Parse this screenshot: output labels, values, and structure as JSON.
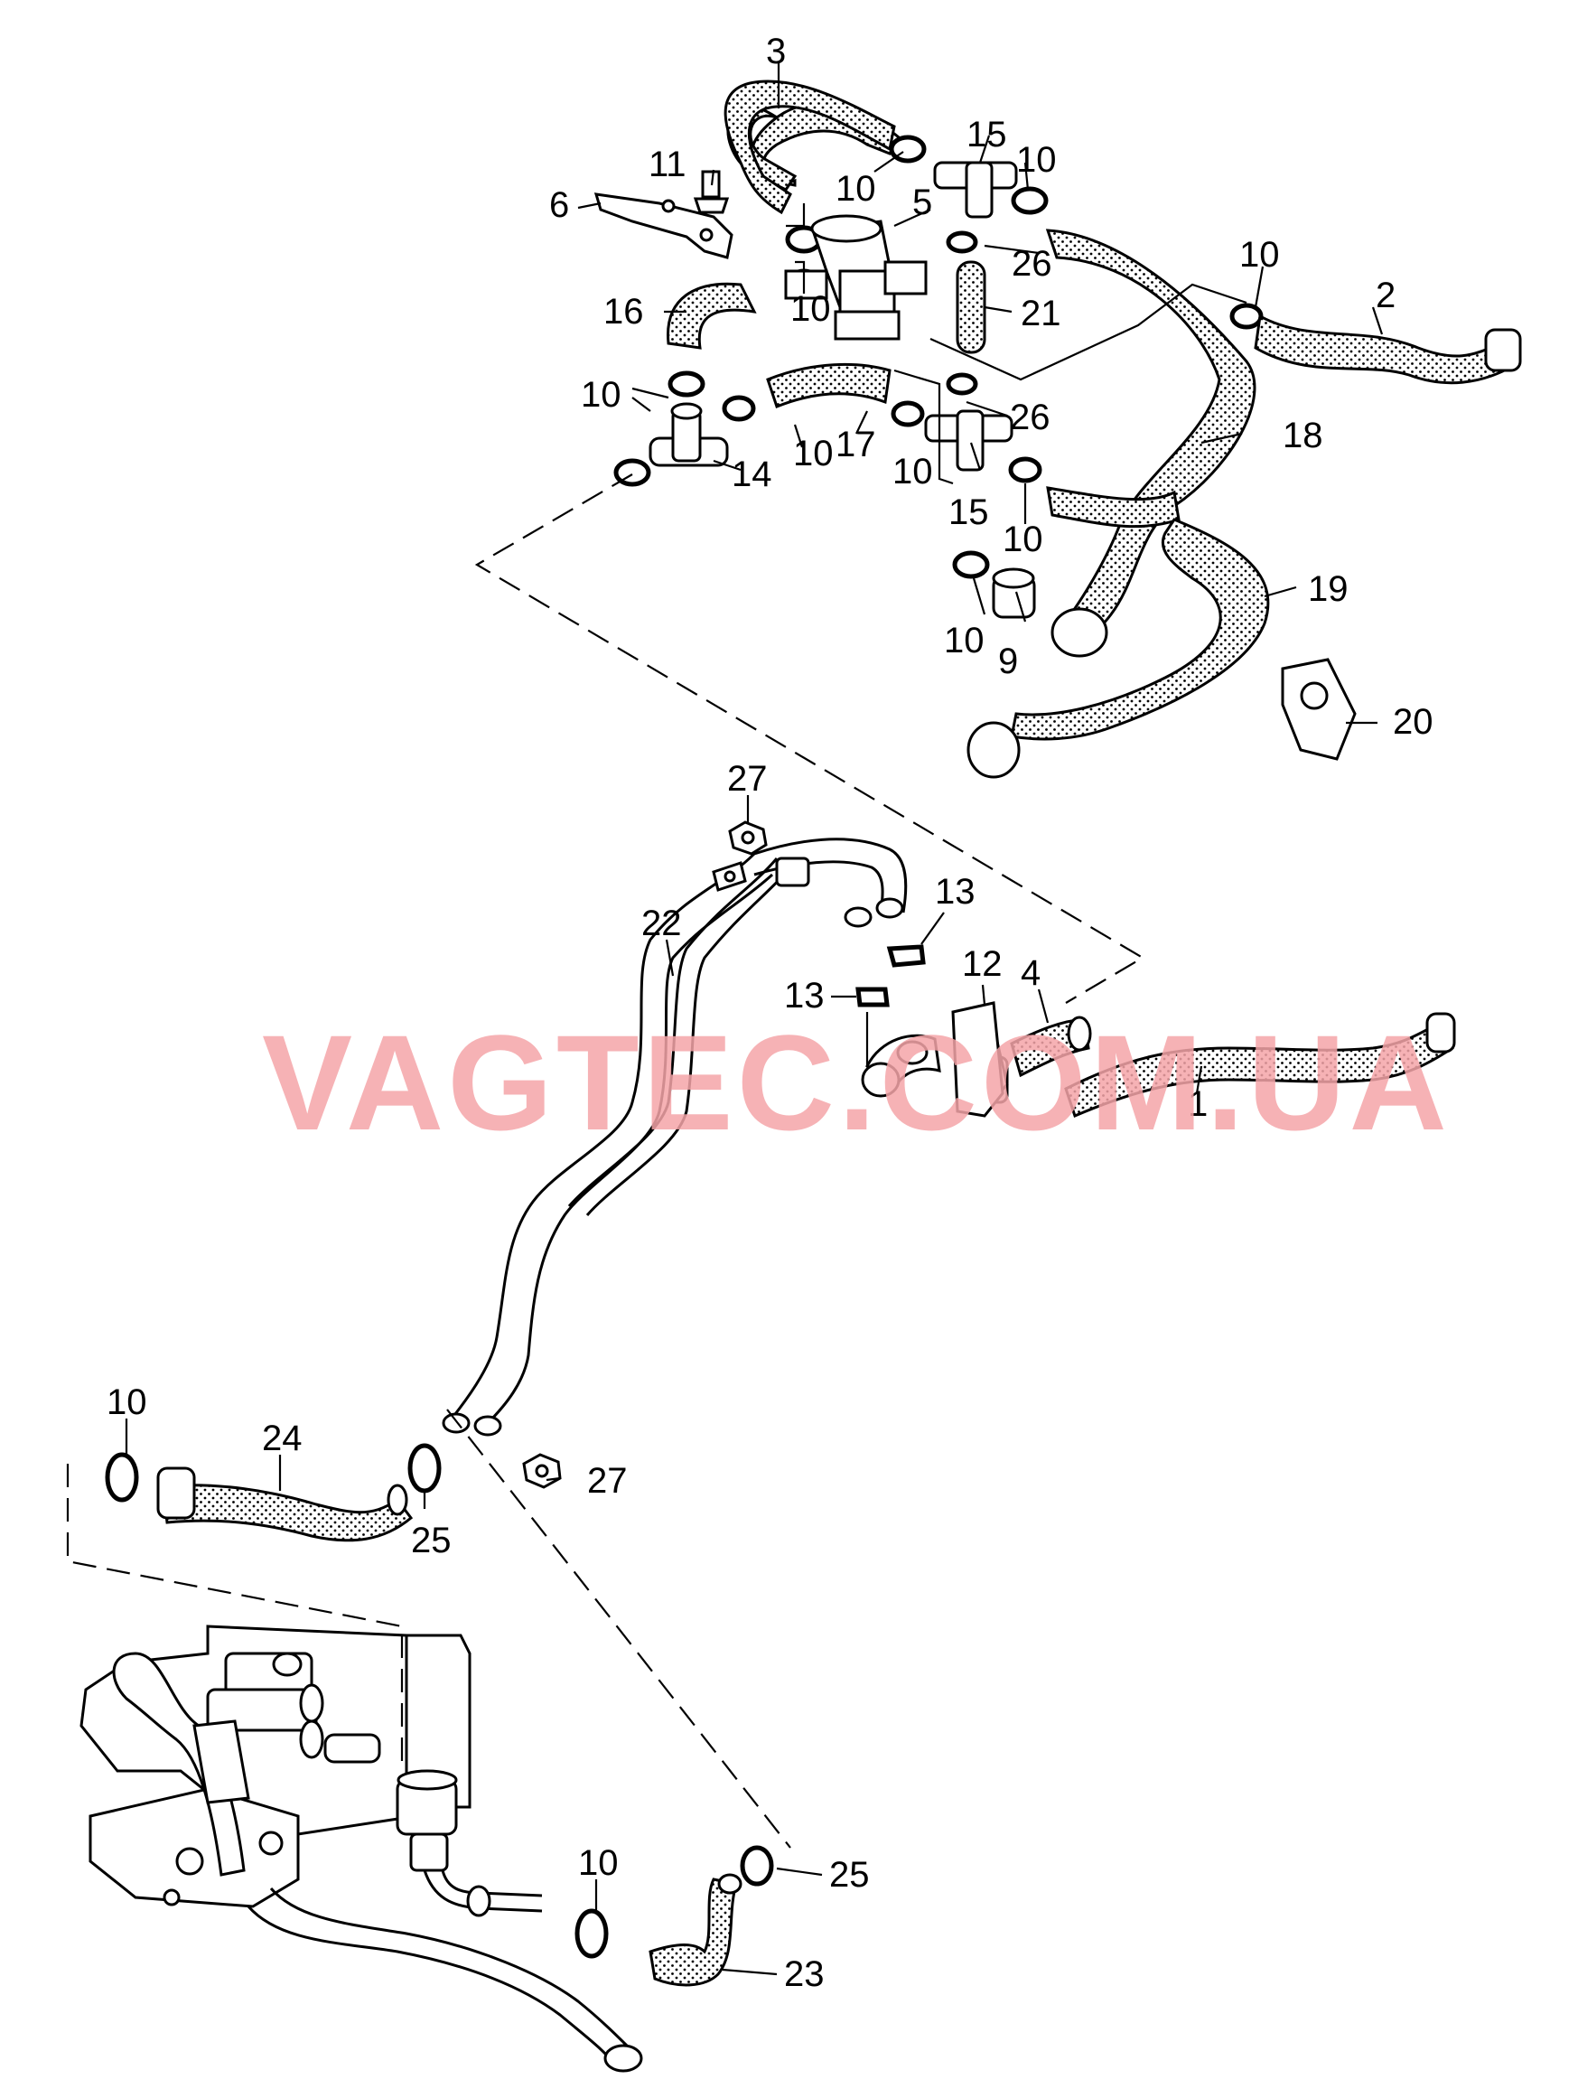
{
  "watermark": "VAGTEC.COM.UA",
  "labels": {
    "l1": "1",
    "l2": "2",
    "l3": "3",
    "l4": "4",
    "l5": "5",
    "l6": "6",
    "l9": "9",
    "l10": "10",
    "l11": "11",
    "l12": "12",
    "l13": "13",
    "l14": "14",
    "l15": "15",
    "l16": "16",
    "l17": "17",
    "l18": "18",
    "l19": "19",
    "l20": "20",
    "l21": "21",
    "l22": "22",
    "l23": "23",
    "l24": "24",
    "l25": "25",
    "l26": "26",
    "l27": "27"
  }
}
